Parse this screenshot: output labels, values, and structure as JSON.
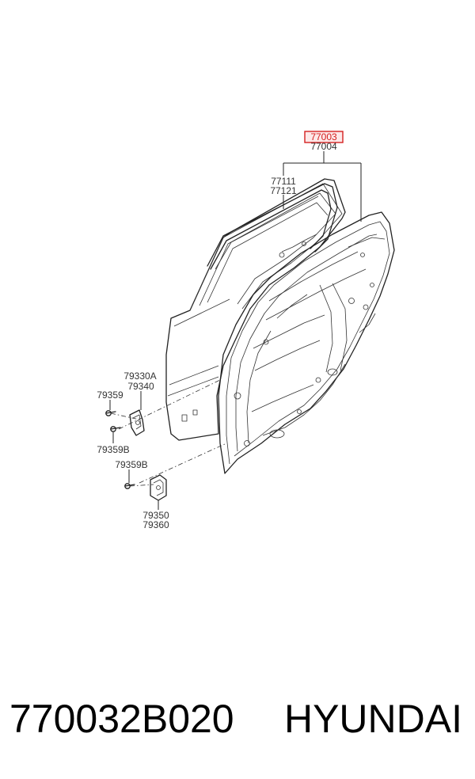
{
  "diagram": {
    "labels": {
      "door_assy_lh": "77003",
      "door_assy_rh": "77004",
      "ext_frame_lh": "77111",
      "ext_frame_rh": "77121",
      "upper_hinge_lh": "79330A",
      "upper_hinge_rh": "79340",
      "bolt_upper": "79359",
      "bolt_upper_b": "79359B",
      "bolt_lower_b": "79359B",
      "lower_hinge_lh": "79350",
      "lower_hinge_rh": "79360"
    },
    "highlight_color": "#d42020"
  },
  "footer": {
    "part_number": "770032B020",
    "brand": "HYUNDAI"
  }
}
